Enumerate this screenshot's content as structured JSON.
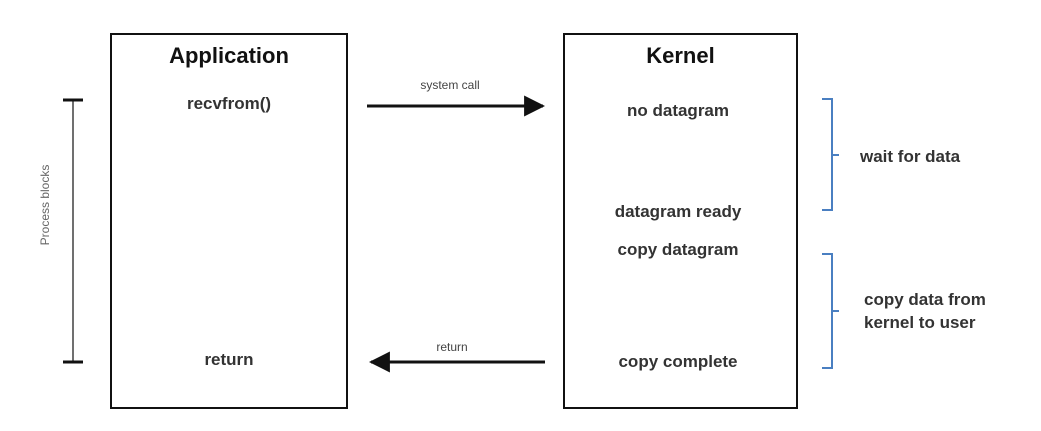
{
  "application": {
    "title": "Application",
    "call": "recvfrom()",
    "return": "return"
  },
  "kernel": {
    "title": "Kernel",
    "no_datagram": "no datagram",
    "datagram_ready": "datagram ready",
    "copy_datagram": "copy datagram",
    "copy_complete": "copy complete"
  },
  "arrows": {
    "system_call": "system call",
    "return": "return"
  },
  "phases": {
    "wait": "wait for data",
    "copy_line1": "copy data from",
    "copy_line2": "kernel to user"
  },
  "process_blocks": "Process blocks",
  "colors": {
    "bracket": "#4a7fc1",
    "line": "#111111",
    "text": "#333333"
  }
}
